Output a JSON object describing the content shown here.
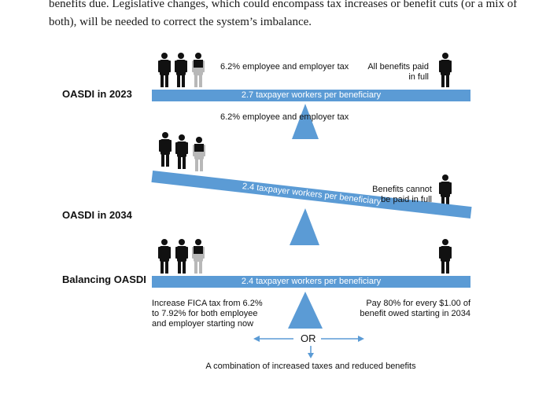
{
  "intro_text": "benefits due. Legislative changes, which could encompass tax increases or benefit cuts (or a mix of both), will be needed to correct the system’s imbalance.",
  "colors": {
    "beam": "#5b9bd5",
    "figure": "#111111",
    "figure_light": "#b8b8b8"
  },
  "scenario_2023": {
    "heading": "OASDI in 2023",
    "beam_label": "2.7 taxpayer workers per beneficiary",
    "tax_label": "6.2% employee and employer tax",
    "benefit_label": "All benefits paid in full",
    "tax_label_below": "6.2% employee and employer tax"
  },
  "scenario_2034": {
    "heading": "OASDI in 2034",
    "beam_label": "2.4 taxpayer workers per beneficiary",
    "benefit_label": "Benefits cannot be paid in full"
  },
  "balancing": {
    "heading": "Balancing OASDI",
    "beam_label": "2.4 taxpayer workers per beneficiary",
    "tax_option": "Increase FICA tax from 6.2% to 7.92% for both employee and employer starting now",
    "benefit_option": "Pay 80% for every $1.00 of benefit owed starting in 2034",
    "or_label": "OR",
    "combination": "A combination of increased taxes and reduced benefits"
  },
  "icons": [
    "person-icon",
    "arrow-left-icon",
    "arrow-right-icon",
    "arrow-down-icon"
  ]
}
